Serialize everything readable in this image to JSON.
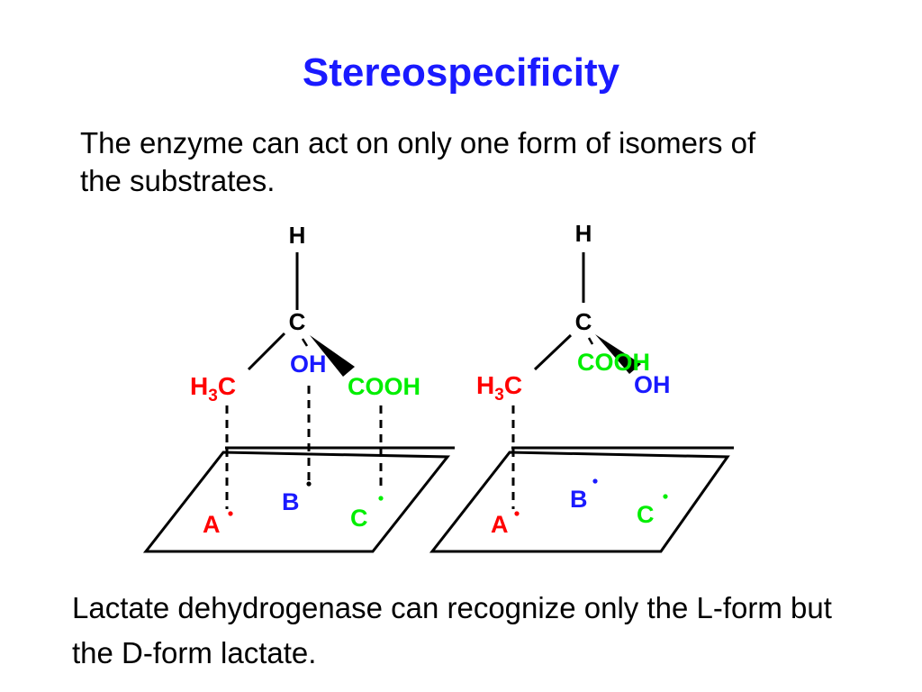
{
  "title": "Stereospecificity",
  "intro_text": "The enzyme can act on only one form of isomers of the substrates.",
  "caption_text": "Lactate dehydrogenase can recognize only the L-form but the D-form lactate.",
  "colors": {
    "title": "#1a1aff",
    "methyl": "#ff0000",
    "hydroxyl": "#1a1aff",
    "carboxyl": "#00ee00",
    "line": "#000000"
  },
  "molecules": [
    {
      "top_atom": "H",
      "center_atom": "C",
      "methyl": {
        "main": "H",
        "sub": "3",
        "tail": "C"
      },
      "hydroxyl": "OH",
      "carboxyl": "COOH",
      "sites": {
        "a": "A",
        "b": "B",
        "c": "C"
      }
    },
    {
      "top_atom": "H",
      "center_atom": "C",
      "methyl": {
        "main": "H",
        "sub": "3",
        "tail": "C"
      },
      "hydroxyl": "OH",
      "carboxyl": "COOH",
      "sites": {
        "a": "A",
        "b": "B",
        "c": "C"
      }
    }
  ]
}
